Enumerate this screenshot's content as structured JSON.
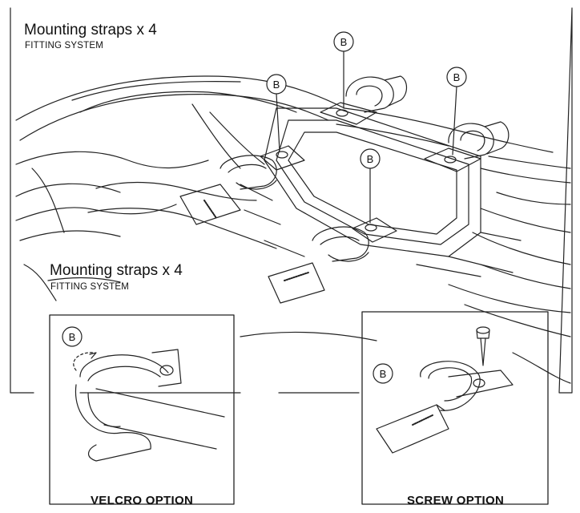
{
  "labels": {
    "top_title": "Mounting straps x 4",
    "top_subtitle": "FITTING SYSTEM",
    "mid_title": "Mounting straps x 4",
    "mid_subtitle": "FITTING SYSTEM"
  },
  "callout_letter": "B",
  "options": {
    "velcro": {
      "caption": "VELCRO OPTION",
      "callout": "B"
    },
    "screw": {
      "caption": "SCREW OPTION",
      "callout": "B"
    }
  }
}
